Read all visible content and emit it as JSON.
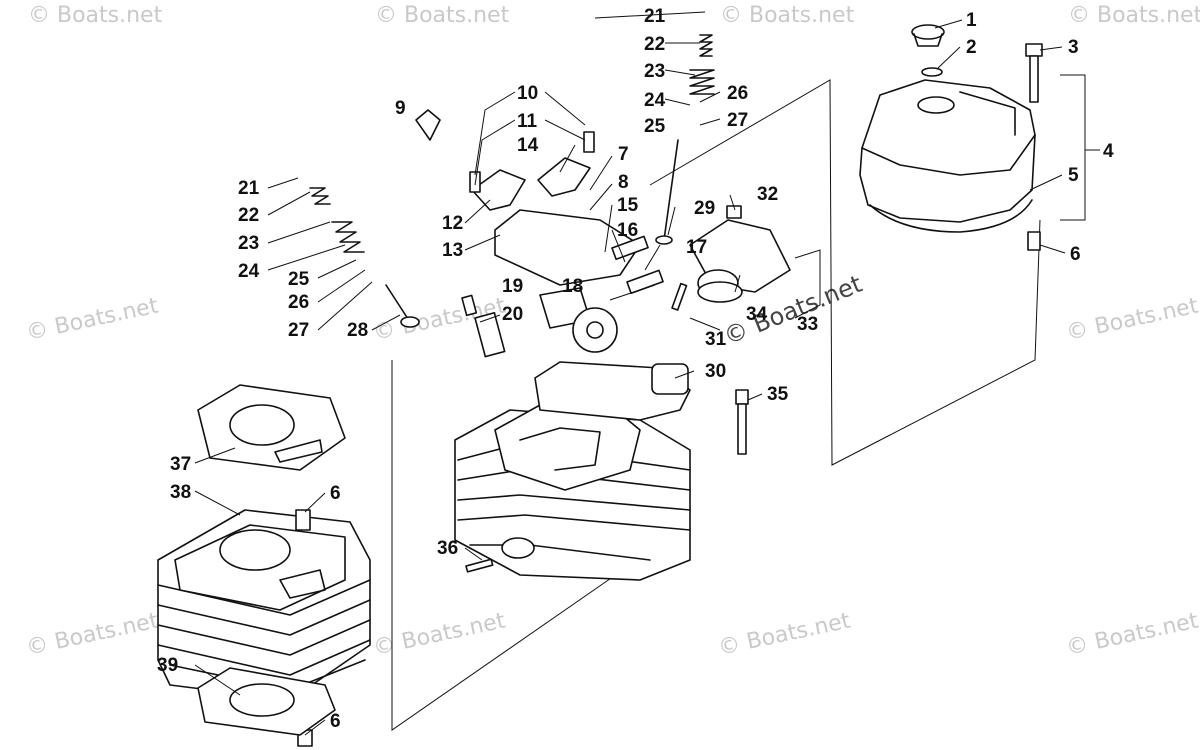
{
  "watermark": "© Boats.net",
  "callouts": [
    "1",
    "2",
    "3",
    "4",
    "5",
    "6",
    "7",
    "8",
    "9",
    "10",
    "11",
    "12",
    "13",
    "14",
    "15",
    "16",
    "17",
    "18",
    "19",
    "20",
    "21",
    "22",
    "23",
    "24",
    "25",
    "26",
    "27",
    "28",
    "29",
    "30",
    "31",
    "32",
    "33",
    "34",
    "35",
    "36",
    "37",
    "38",
    "39"
  ]
}
